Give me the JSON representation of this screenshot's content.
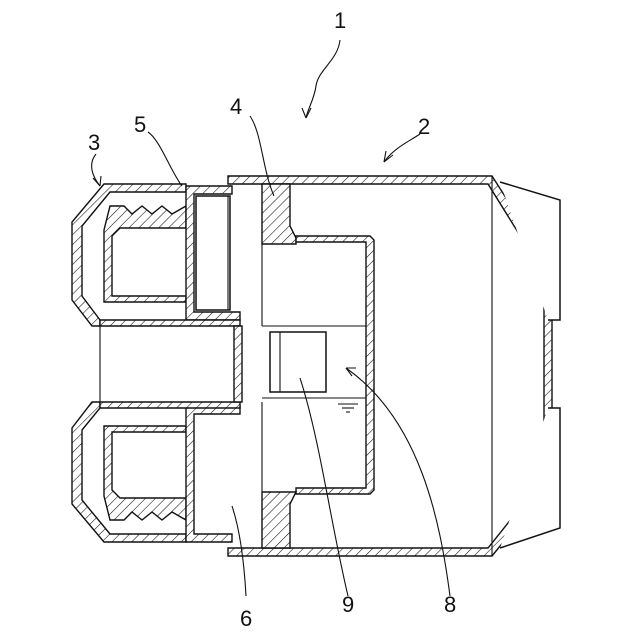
{
  "diagram": {
    "labels": {
      "l1": "1",
      "l2": "2",
      "l3": "3",
      "l4": "4",
      "l5": "5",
      "l6": "6",
      "l8": "8",
      "l9": "9"
    },
    "colors": {
      "line": "#111111",
      "background": "#ffffff"
    }
  }
}
